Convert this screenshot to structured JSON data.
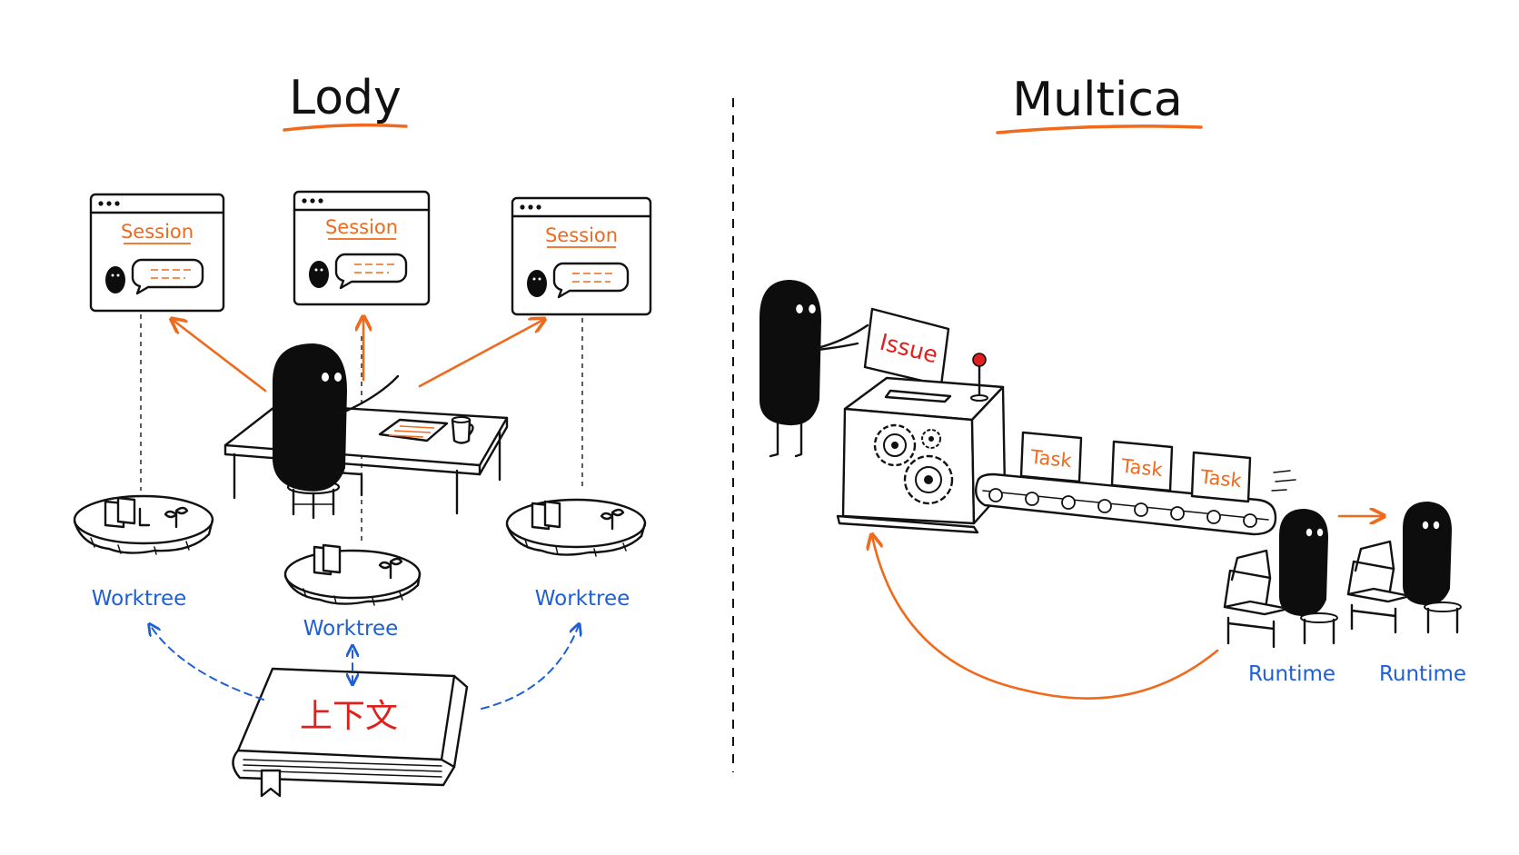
{
  "titles": {
    "left": "Lody",
    "right": "Multica"
  },
  "lody": {
    "sessions": [
      "Session",
      "Session",
      "Session"
    ],
    "worktrees": [
      "Worktree",
      "Worktree",
      "Worktree"
    ],
    "context_book": "上下文"
  },
  "multica": {
    "issue_card": "Issue",
    "tasks": [
      "Task",
      "Task",
      "Task"
    ],
    "runtimes": [
      "Runtime",
      "Runtime"
    ]
  },
  "colors": {
    "accent": "#ef6a1c",
    "label_blue": "#1f5fd6",
    "issue_red": "#e0201c",
    "ink": "#111111"
  }
}
